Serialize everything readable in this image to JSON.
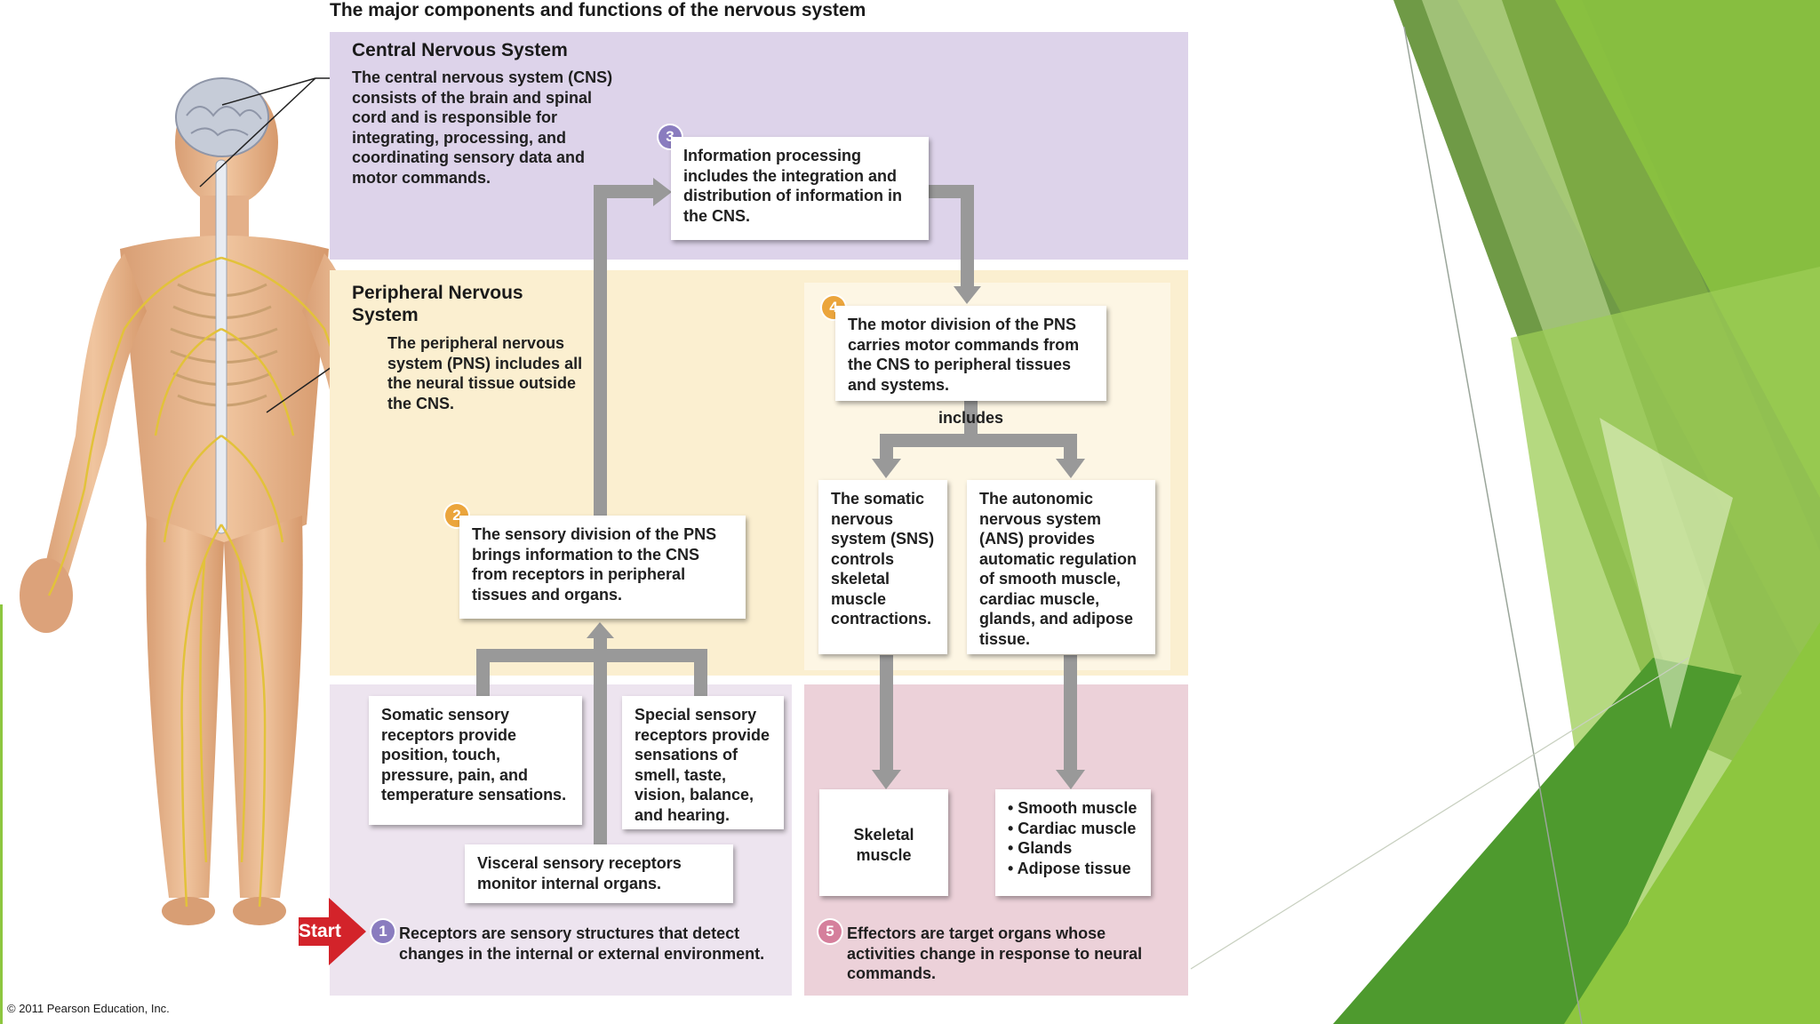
{
  "title": "The major components and functions of the nervous system",
  "cns": {
    "heading": "Central Nervous System",
    "desc_pre": "The ",
    "desc_bold1": "central nervous system (CNS)",
    "desc_post": " consists of the brain and spinal cord and is responsible for integrating, processing, and coordinating sensory data and motor commands."
  },
  "pns": {
    "heading": "Peripheral Nervous System",
    "desc_pre": "The ",
    "desc_bold1": "peripheral nervous system (PNS)",
    "desc_post": " includes all the neural tissue outside the CNS."
  },
  "step3": {
    "num": "3",
    "bold": "Information processing",
    "rest": " includes the integration and distribution of information in the CNS."
  },
  "step4": {
    "num": "4",
    "pre": "The ",
    "bold": "motor division",
    "rest": " of the PNS carries motor commands from the CNS to peripheral tissues and systems."
  },
  "includes": "includes",
  "sns": {
    "pre": "The ",
    "bold1": "somatic nervous system",
    "mid": " (",
    "bold2": "SNS",
    "rest": ") controls skeletal muscle contractions."
  },
  "ans": {
    "pre": "The ",
    "bold1": "autonomic nervous system",
    "mid": " (",
    "bold2": "ANS",
    "rest": ") provides automatic regulation of smooth muscle, cardiac muscle, glands, and adipose tissue."
  },
  "step2": {
    "num": "2",
    "pre": "The ",
    "bold": "sensory division",
    "rest": " of the PNS brings information to the CNS from receptors in peripheral tissues and organs."
  },
  "somatic": {
    "bold": "Somatic sensory receptors",
    "rest": " provide position, touch, pressure, pain, and temperature sensations."
  },
  "special": {
    "bold": "Special sensory receptors",
    "rest": " provide sensations of smell, taste, vision, balance, and hearing."
  },
  "visceral": {
    "bold": "Visceral sensory receptors",
    "rest": " monitor internal organs."
  },
  "skeletal": "Skeletal muscle",
  "effector_list": [
    "• Smooth muscle",
    "• Cardiac muscle",
    "• Glands",
    "• Adipose tissue"
  ],
  "step1": {
    "num": "1",
    "bold": "Receptors",
    "rest": " are sensory structures that detect changes in the internal or external environment."
  },
  "step5": {
    "num": "5",
    "bold": "Effectors",
    "rest": " are target organs whose activities change in response to neural commands."
  },
  "start": "Start",
  "copyright": "© 2011 Pearson Education, Inc.",
  "colors": {
    "cns": "#ddd3ea",
    "pns": "#fbefd0",
    "receptors": "#ede4ef",
    "effectors": "#ecd1d9",
    "arrow": "#999999",
    "start": "#d3232a",
    "green_dark": "#5d9a2e",
    "green_light": "#a6cf55"
  }
}
